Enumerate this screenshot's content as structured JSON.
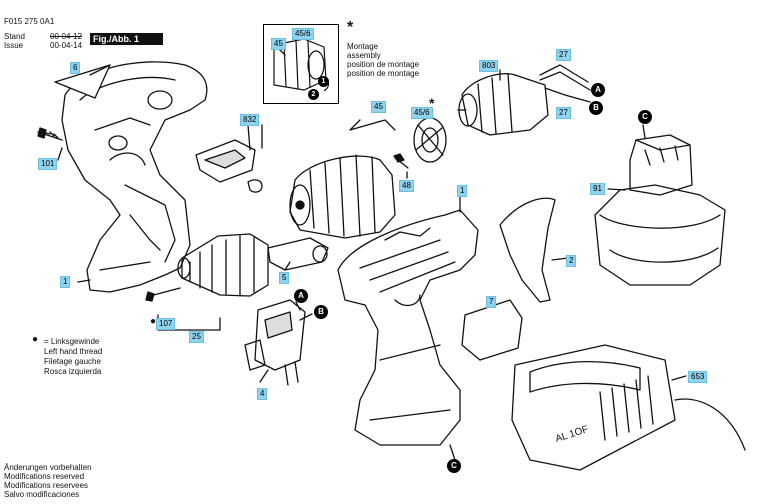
{
  "doc_code": "F015 275 0A1",
  "stand_label": "Stand",
  "issue_label": "Issue",
  "stand_date": "00-04-12",
  "issue_date": "00-04-14",
  "fig_label": "Fig./Abb. 1",
  "montage": {
    "star": "*",
    "lines": [
      "Montage",
      "assembly",
      "position de montage",
      "position de montage"
    ]
  },
  "left_hand": {
    "bullet": "●",
    "lines": [
      "= Linksgewinde",
      "Left hand thread",
      "Filetage gauche",
      "Rosca izquierda"
    ]
  },
  "footer_lines": [
    "Änderungen vorbehalten",
    "Modifications reserved",
    "Modifications reservees",
    "Salvo modificaciones"
  ],
  "charger_text": "AL 1OF",
  "part_numbers": [
    "6",
    "45",
    "45/6",
    "832",
    "101",
    "1",
    "107",
    "25",
    "5",
    "4",
    "45",
    "45/6",
    "48",
    "803",
    "27",
    "27",
    "1",
    "2",
    "7",
    "91",
    "653"
  ],
  "callouts": [
    "A",
    "B",
    "A",
    "B",
    "C",
    "C",
    "1",
    "2"
  ],
  "colors": {
    "label_fill": "#8fd3ee",
    "ink": "#000000"
  }
}
